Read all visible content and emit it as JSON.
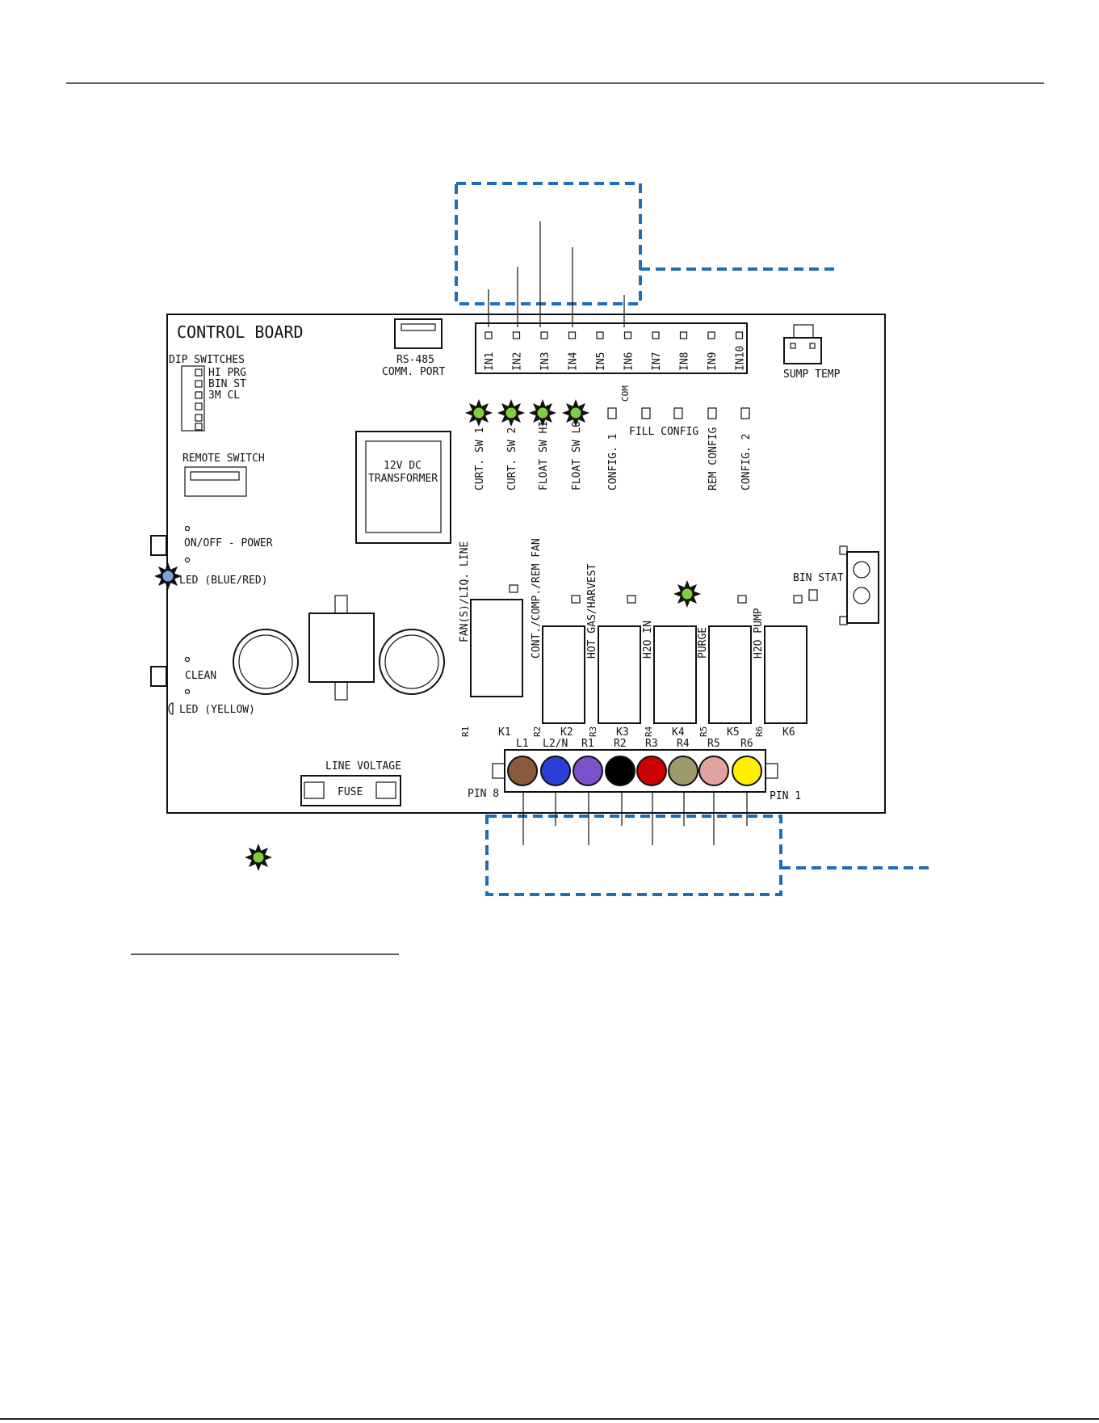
{
  "board": {
    "title": "CONTROL BOARD",
    "dip_title": "DIP SWITCHES",
    "dip_labels": [
      "HI PRG",
      "BIN ST",
      "3M CL"
    ],
    "remote_switch": "REMOTE SWITCH",
    "rs485": [
      "RS-485",
      "COMM. PORT"
    ],
    "transformer": [
      "12V DC",
      "TRANSFORMER"
    ],
    "power": "ON/OFF - POWER",
    "led_power": "LED (BLUE/RED)",
    "clean": "CLEAN",
    "led_clean": "LED (YELLOW)",
    "line_voltage": "LINE VOLTAGE",
    "fuse": "FUSE",
    "sump_temp": "SUMP TEMP",
    "bin_stat": "BIN STAT",
    "com": "COM",
    "fill_config": "FILL CONFIG",
    "inputs": [
      "IN1",
      "IN2",
      "IN3",
      "IN4",
      "IN5",
      "IN6",
      "IN7",
      "IN8",
      "IN9",
      "IN10"
    ],
    "input_leds": [
      {
        "label": "CURT. SW 1",
        "lit": true
      },
      {
        "label": "CURT. SW 2",
        "lit": true
      },
      {
        "label": "FLOAT SW HI",
        "lit": true
      },
      {
        "label": "FLOAT SW LO",
        "lit": true
      },
      {
        "label": "CONFIG. 1",
        "lit": false
      },
      {
        "label": "",
        "lit": false
      },
      {
        "label": "",
        "lit": false
      },
      {
        "label": "REM CONFIG",
        "lit": false
      },
      {
        "label": "CONFIG. 2",
        "lit": false
      }
    ],
    "relays": [
      {
        "vlabel": "FAN(S)/LIQ. LINE",
        "r": "R1",
        "k": "K1",
        "lit": false
      },
      {
        "vlabel": "CONT./COMP./REM FAN",
        "r": "R2",
        "k": "K2",
        "lit": false
      },
      {
        "vlabel": "HOT GAS/HARVEST",
        "r": "R3",
        "k": "K3",
        "lit": false
      },
      {
        "vlabel": "H2O IN",
        "r": "R4",
        "k": "K4",
        "lit": true
      },
      {
        "vlabel": "PURGE",
        "r": "R5",
        "k": "K5",
        "lit": false
      },
      {
        "vlabel": "H2O PUMP",
        "r": "R6",
        "k": "K6",
        "lit": false
      }
    ],
    "terminal": {
      "pin_left": "PIN 8",
      "pin_right": "PIN 1",
      "pins": [
        {
          "label": "L1",
          "color": "#8b5a3c"
        },
        {
          "label": "L2/N",
          "color": "#2b3fd6"
        },
        {
          "label": "R1",
          "color": "#7b52c9"
        },
        {
          "label": "R2",
          "color": "#000000"
        },
        {
          "label": "R3",
          "color": "#cc0000"
        },
        {
          "label": "R4",
          "color": "#9c9a6a"
        },
        {
          "label": "R5",
          "color": "#e3a2a2"
        },
        {
          "label": "R6",
          "color": "#ffee00"
        }
      ]
    }
  },
  "colors": {
    "led_green": "#7bd13d",
    "led_blue": "#7aa6e0",
    "callout_blue": "#1f6eb5"
  }
}
